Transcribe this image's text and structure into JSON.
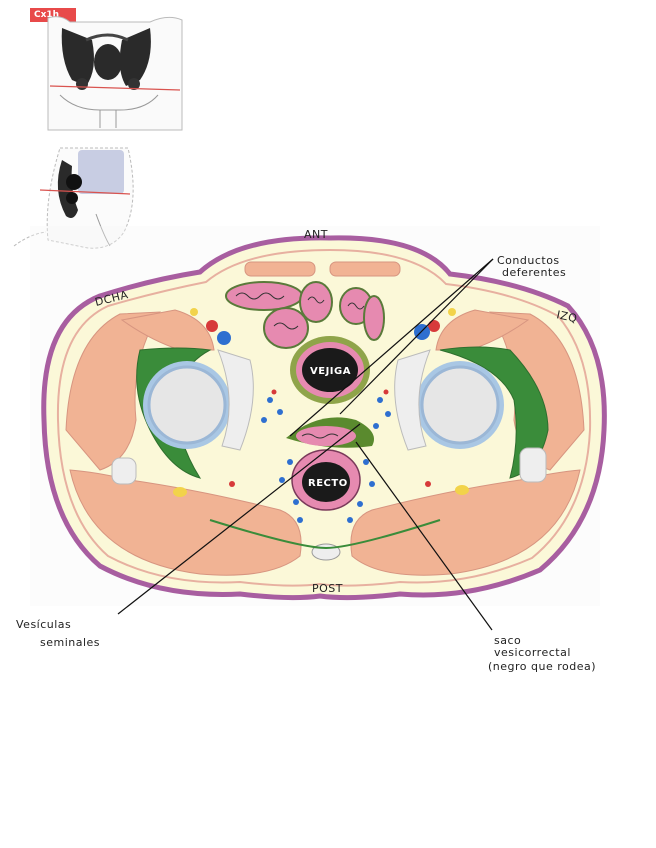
{
  "badge": "Cx1h",
  "orientation": {
    "anterior": "ANT",
    "posterior": "POST",
    "right": "DCHA",
    "left": "IZQ"
  },
  "organs": {
    "bladder": "VEJIGA",
    "rectum": "RECTO"
  },
  "callouts": {
    "vas_deferens_line1": "Conductos",
    "vas_deferens_line2": "deferentes",
    "seminal_line1": "Vesículas",
    "seminal_line2": "seminales",
    "sac_line1": "saco",
    "sac_line2": "vesicorrectal",
    "sac_line3": "(negro que rodea)"
  }
}
